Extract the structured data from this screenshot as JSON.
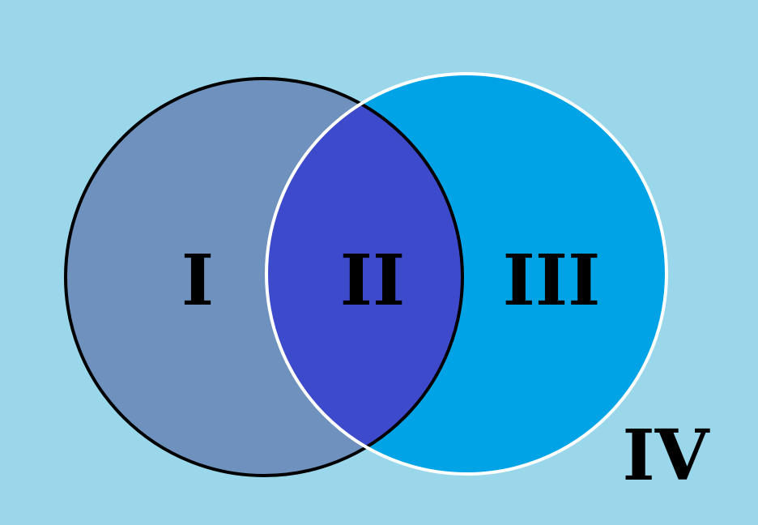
{
  "background_color": "#9ad7ea",
  "left_set": {
    "fill": "#6e92bd",
    "stroke": "#000000"
  },
  "right_set": {
    "fill": "#00a4e6",
    "stroke": "#ffffff"
  },
  "intersection": {
    "fill": "#3e4acc"
  },
  "regions": {
    "I": "I",
    "II": "II",
    "III": "III",
    "IV": "IV"
  }
}
